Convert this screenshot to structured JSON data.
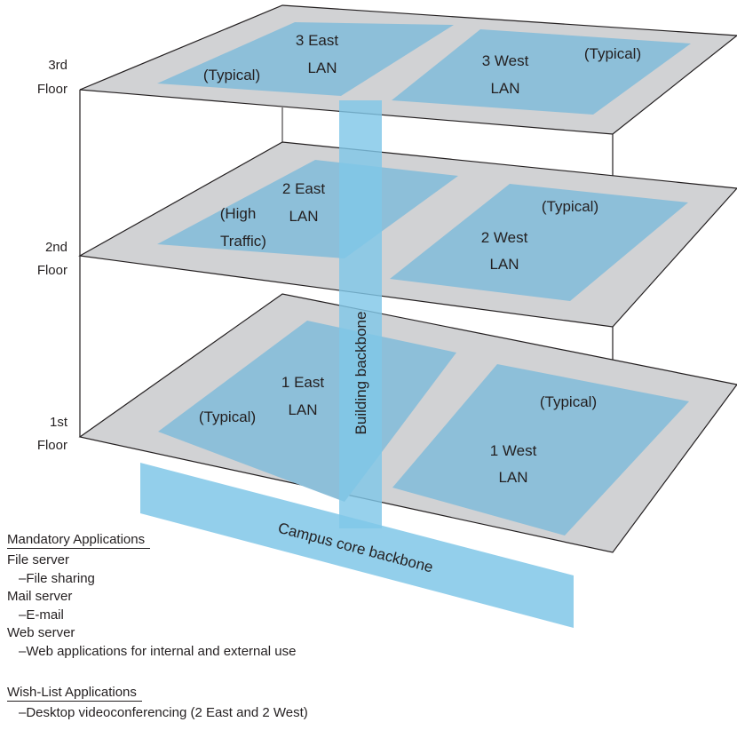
{
  "floors": [
    {
      "label_line1": "3rd",
      "label_line2": "Floor",
      "east": {
        "line1": "3 East",
        "line2": "LAN",
        "note": "(Typical)"
      },
      "west": {
        "line1": "3 West",
        "line2": "LAN",
        "note": "(Typical)"
      }
    },
    {
      "label_line1": "2nd",
      "label_line2": "Floor",
      "east": {
        "line1": "2 East",
        "line2": "LAN",
        "note_line1": "(High",
        "note_line2": "Traffic)"
      },
      "west": {
        "line1": "2 West",
        "line2": "LAN",
        "note": "(Typical)"
      }
    },
    {
      "label_line1": "1st",
      "label_line2": "Floor",
      "east": {
        "line1": "1 East",
        "line2": "LAN",
        "note": "(Typical)"
      },
      "west": {
        "line1": "1 West",
        "line2": "LAN",
        "note": "(Typical)"
      }
    }
  ],
  "building_backbone_label": "Building backbone",
  "campus_backbone_label": "Campus core backbone",
  "mandatory": {
    "heading": "Mandatory Applications",
    "items": [
      {
        "text": "File server",
        "indent": false
      },
      {
        "text": "–File sharing",
        "indent": true
      },
      {
        "text": "Mail server",
        "indent": false
      },
      {
        "text": "–E-mail",
        "indent": true
      },
      {
        "text": "Web server",
        "indent": false
      },
      {
        "text": "–Web applications for internal and external use",
        "indent": true
      }
    ]
  },
  "wishlist": {
    "heading": "Wish-List Applications",
    "items": [
      {
        "text": "–Desktop videoconferencing (2 East and 2 West)",
        "indent": true
      }
    ]
  },
  "colors": {
    "floor_plate": "#d1d2d4",
    "lan_area": "#8dbfd9",
    "backbone": "#80c7e8",
    "outline": "#231f20"
  }
}
